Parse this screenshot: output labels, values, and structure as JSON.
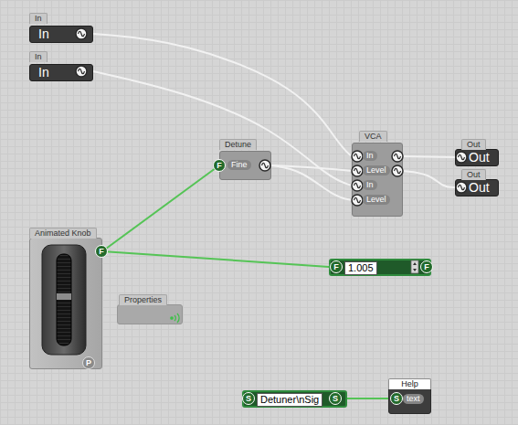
{
  "diagram": {
    "nodes": [
      {
        "text": [
          "In",
          "In"
        ]
      },
      {
        "text": [
          "In",
          "In"
        ]
      },
      {
        "text": [
          "Detune",
          "Fine"
        ]
      },
      {
        "text": [
          "VCA",
          "In",
          "Level",
          "In",
          "Level"
        ]
      },
      {
        "text": [
          "Out",
          "Out"
        ]
      },
      {
        "text": [
          "Out",
          "Out"
        ]
      },
      {
        "text": [
          "Animated Knob"
        ]
      },
      {
        "text": [
          "1.005"
        ]
      },
      {
        "text": [
          "Properties"
        ]
      },
      {
        "text": [
          "Detuner\\nSig"
        ]
      },
      {
        "text": [
          "Help",
          "text"
        ]
      }
    ],
    "edges": [
      {
        "from": 0,
        "to": 3,
        "arrow": "none"
      },
      {
        "from": 1,
        "to": 3,
        "arrow": "none"
      },
      {
        "from": 2,
        "to": 3,
        "arrow": "none"
      },
      {
        "from": 2,
        "to": 3,
        "arrow": "none"
      },
      {
        "from": 3,
        "to": 4,
        "arrow": "none"
      },
      {
        "from": 3,
        "to": 5,
        "arrow": "none"
      },
      {
        "from": 6,
        "to": 2,
        "arrow": "none"
      },
      {
        "from": 6,
        "to": 7,
        "arrow": "none"
      },
      {
        "from": 9,
        "to": 10,
        "arrow": "none"
      }
    ],
    "labels": [
      "F",
      "F",
      "F",
      "F",
      "P",
      "S",
      "S",
      "S"
    ]
  }
}
